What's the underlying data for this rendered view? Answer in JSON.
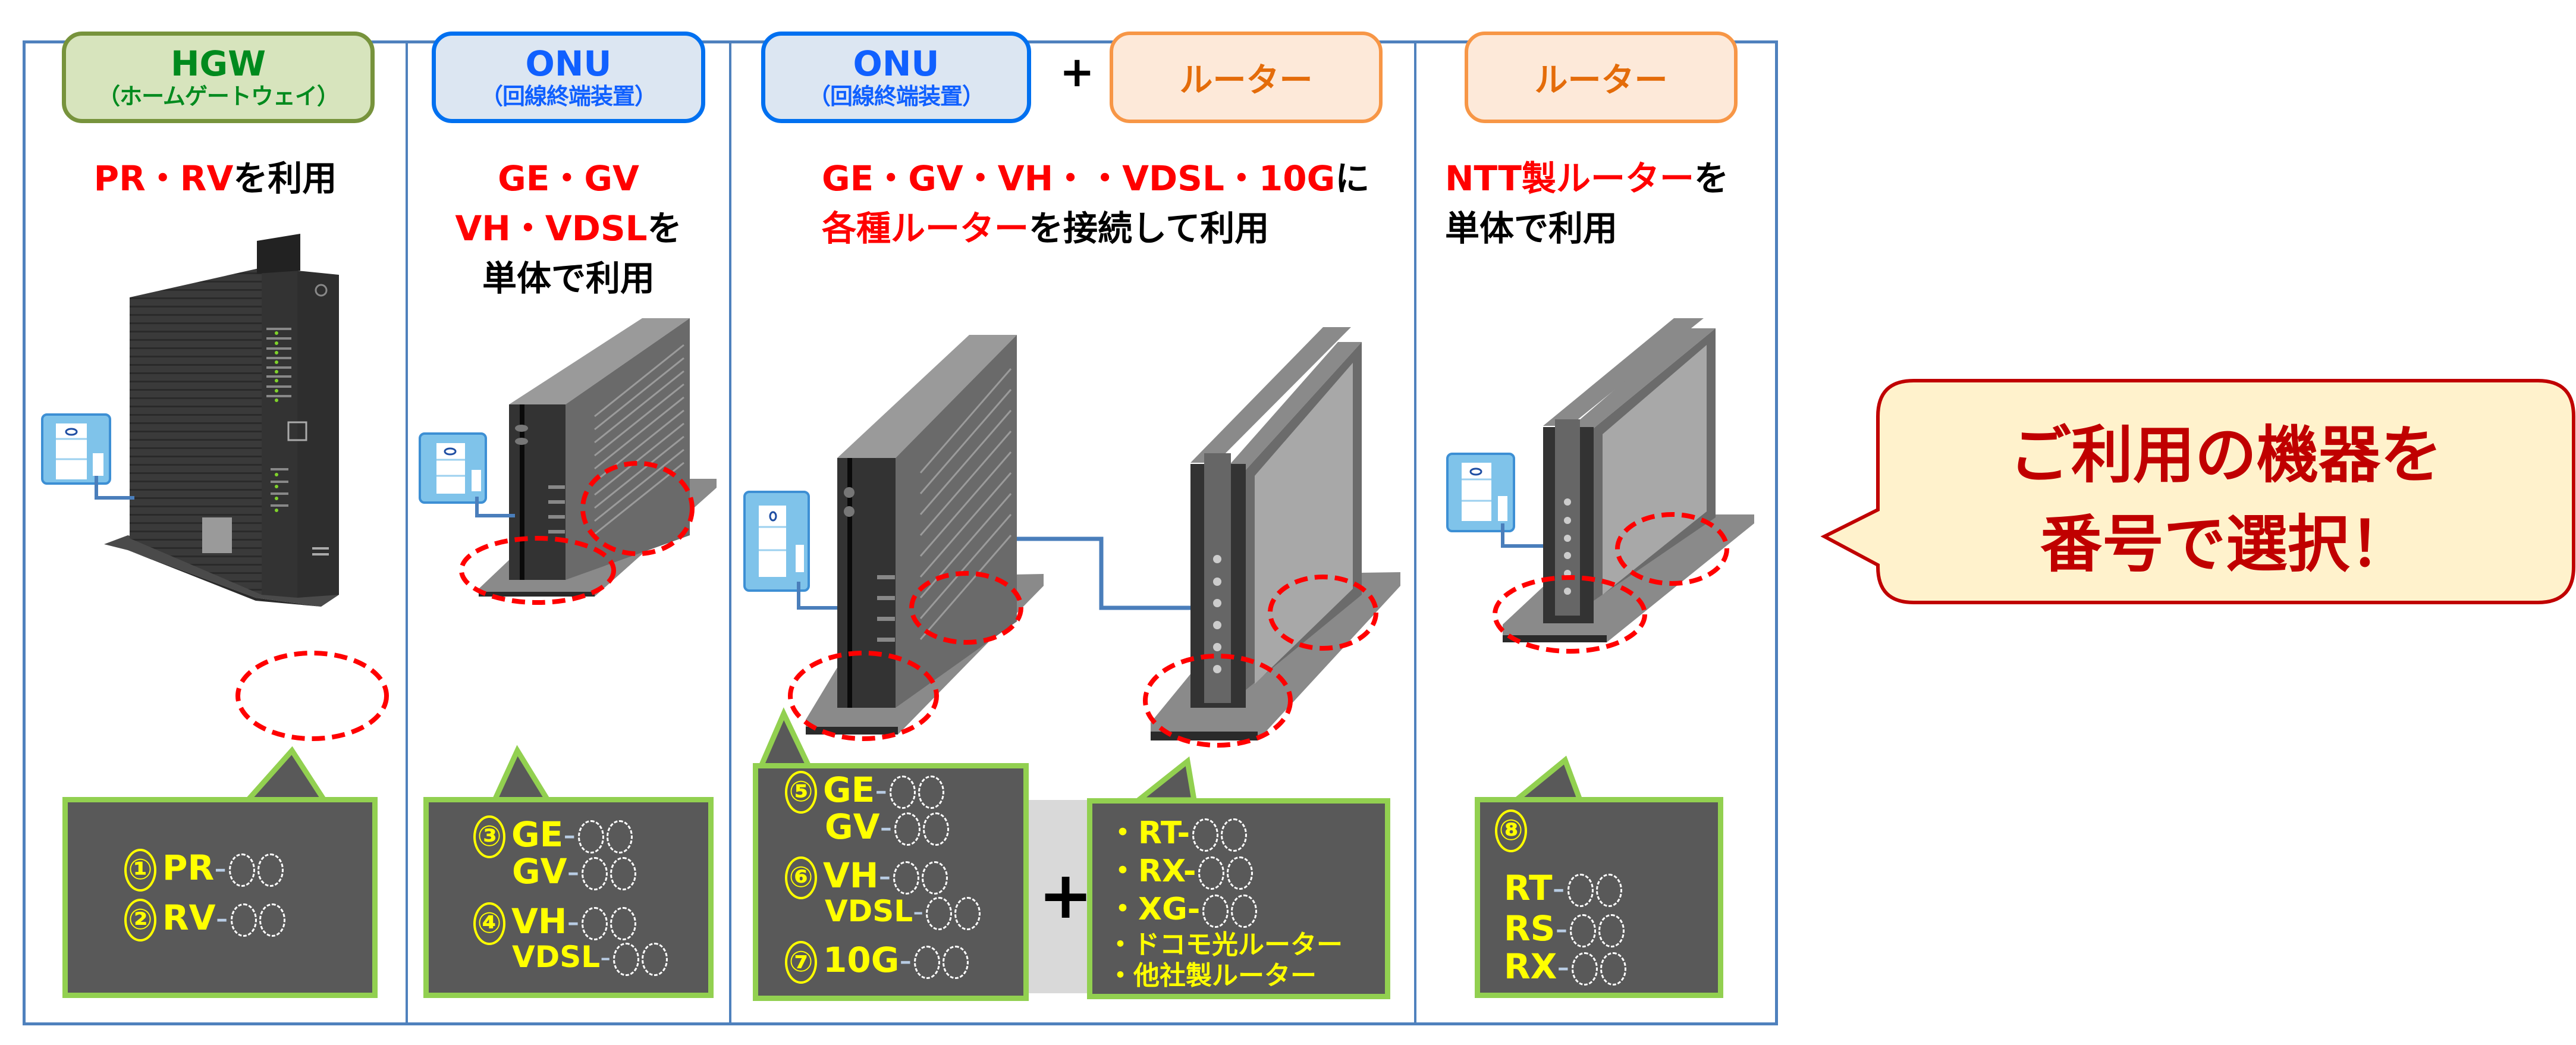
{
  "columns": [
    {
      "header": {
        "title": "HGW",
        "subtitle": "（ホームゲートウェイ）",
        "color": "#77933c"
      },
      "caption": {
        "lines": [
          [
            {
              "text": "PR・RV",
              "red": true
            },
            {
              "text": "を利用",
              "red": false
            }
          ]
        ]
      },
      "device": "hgw",
      "options": [
        {
          "number": "①",
          "model": "PR",
          "suffix": "○○"
        },
        {
          "number": "②",
          "model": "RV",
          "suffix": "○○"
        }
      ]
    },
    {
      "header": {
        "title": "ONU",
        "subtitle": "（回線終端装置）",
        "color": "#0070f0"
      },
      "caption": {
        "lines": [
          [
            {
              "text": "GE・GV",
              "red": true
            }
          ],
          [
            {
              "text": "VH・VDSL",
              "red": true
            },
            {
              "text": "を",
              "red": false
            }
          ],
          [
            {
              "text": "単体で利用",
              "red": false
            }
          ]
        ]
      },
      "device": "onu",
      "options": [
        {
          "number": "③",
          "model": "GE",
          "suffix": "○○"
        },
        {
          "number": "",
          "model": "GV",
          "suffix": "○○"
        },
        {
          "number": "④",
          "model": "VH",
          "suffix": "○○"
        },
        {
          "number": "",
          "model": "VDSL",
          "suffix": "○○"
        }
      ]
    },
    {
      "header": {
        "title": "ONU",
        "subtitle": "（回線終端装置）",
        "color": "#0070f0"
      },
      "header_plus": "+",
      "header2": {
        "title": "ルーター",
        "color": "#f79646"
      },
      "caption": {
        "lines": [
          [
            {
              "text": "GE・GV・VH・・VDSL・10G",
              "red": true
            },
            {
              "text": "に",
              "red": false
            }
          ],
          [
            {
              "text": "各種ルーター",
              "red": true
            },
            {
              "text": "を接続して利用",
              "red": false
            }
          ]
        ]
      },
      "device": "onu+router",
      "options": [
        {
          "number": "⑤",
          "model": "GE",
          "suffix": "○○"
        },
        {
          "number": "",
          "model": "GV",
          "suffix": "○○"
        },
        {
          "number": "⑥",
          "model": "VH",
          "suffix": "○○"
        },
        {
          "number": "",
          "model": "VDSL",
          "suffix": "○○"
        },
        {
          "number": "⑦",
          "model": "10G",
          "suffix": "○○"
        }
      ],
      "plus": "+",
      "routers": [
        {
          "label": "・RT-",
          "suffix": "○○"
        },
        {
          "label": "・RX-",
          "suffix": "○○"
        },
        {
          "label": "・XG-",
          "suffix": "○○"
        },
        {
          "label": "・ドコモ光ルーター",
          "suffix": ""
        },
        {
          "label": "・他社製ルーター",
          "suffix": ""
        }
      ]
    },
    {
      "header": {
        "title": "ルーター",
        "color": "#f79646"
      },
      "caption": {
        "lines": [
          [
            {
              "text": "NTT製ルーター",
              "red": true
            },
            {
              "text": "を",
              "red": false
            }
          ],
          [
            {
              "text": "単体で利用",
              "red": false
            }
          ]
        ]
      },
      "device": "router",
      "options_number": "⑧",
      "options": [
        {
          "model": "RT",
          "suffix": "○○"
        },
        {
          "model": "RS",
          "suffix": "○○"
        },
        {
          "model": "RX",
          "suffix": "○○"
        }
      ]
    }
  ],
  "callout": {
    "lines": [
      "ご利用の機器を",
      "番号で選択！"
    ],
    "text_color": "#c00000",
    "fill": "#fff2cc"
  },
  "colors": {
    "frame": "#4f81bd",
    "highlight_red": "#ff0000",
    "box_fill": "#595959",
    "box_border": "#92d050",
    "box_text": "#ffff00",
    "cable": "#4a7ebb"
  }
}
